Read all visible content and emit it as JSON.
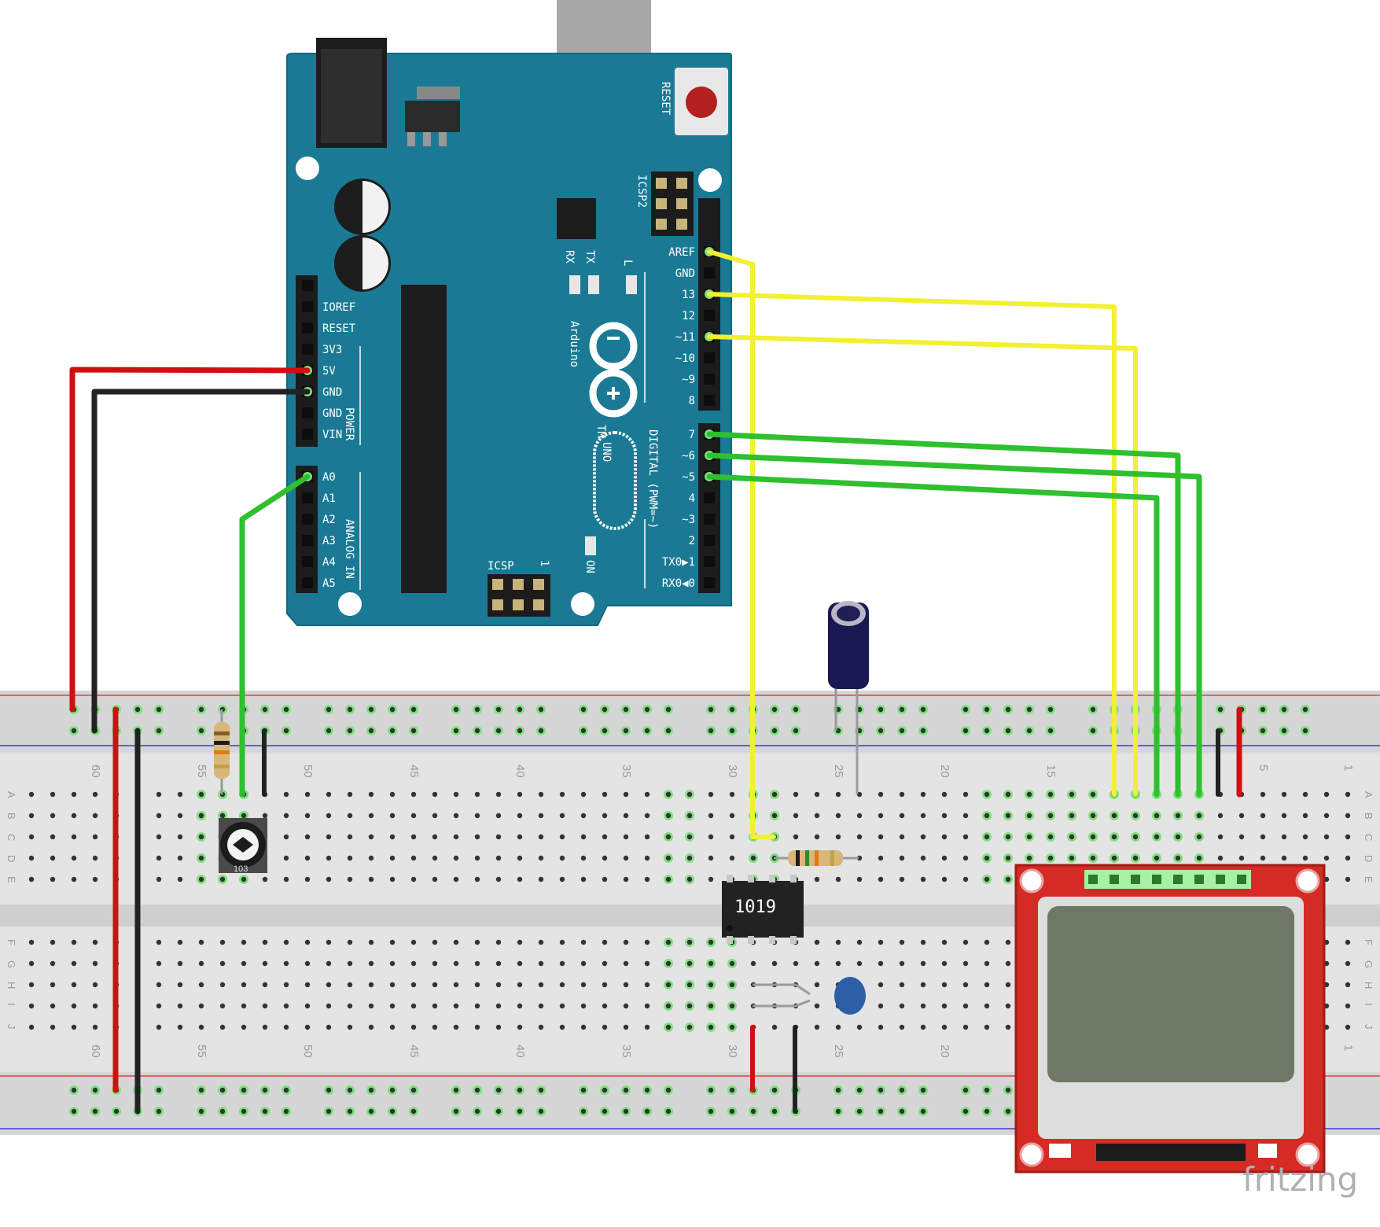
{
  "board": {
    "reset_label": "RESET",
    "icsp2_label": "ICSP2",
    "icsp_label": "ICSP",
    "icsp_pin1": "1",
    "tx_label": "TX",
    "rx_label": "RX",
    "l_label": "L",
    "on_label": "ON",
    "brand": "Arduino",
    "tm": "TM",
    "model": "UNO",
    "digital_label": "DIGITAL (PWM=~)",
    "power_label": "POWER",
    "analog_label": "ANALOG IN",
    "digital_pins_top": [
      "AREF",
      "GND",
      "13",
      "12",
      "~11",
      "~10",
      "~9",
      "8"
    ],
    "digital_pins_bottom": [
      "7",
      "~6",
      "~5",
      "4",
      "~3",
      "2",
      "TX0▶1",
      "RX0◀0"
    ],
    "power_pins": [
      "IOREF",
      "RESET",
      "3V3",
      "5V",
      "GND",
      "GND",
      "VIN"
    ],
    "analog_pins": [
      "A0",
      "A1",
      "A2",
      "A3",
      "A4",
      "A5"
    ]
  },
  "breadboard": {
    "column_numbers_top": [
      "60",
      "55",
      "50",
      "45",
      "40",
      "35",
      "30",
      "25",
      "20",
      "15",
      "5",
      "1"
    ],
    "column_numbers_bottom": [
      "60",
      "55",
      "50",
      "45",
      "40",
      "35",
      "30",
      "25",
      "20",
      "1"
    ],
    "row_letters_top": [
      "A",
      "B",
      "C",
      "D",
      "E"
    ],
    "row_letters_bottom": [
      "F",
      "G",
      "H",
      "I",
      "J"
    ]
  },
  "components": {
    "ic_label": "1019",
    "trimmer_label": "103"
  },
  "colors": {
    "board": "#1a7a95",
    "wire_red": "#d01010",
    "wire_black": "#222222",
    "wire_green": "#2ec02e",
    "wire_yellow": "#f2f032",
    "lcd_pcb": "#d42b24",
    "lcd_screen": "#6f7866"
  },
  "watermark": "fritzing"
}
